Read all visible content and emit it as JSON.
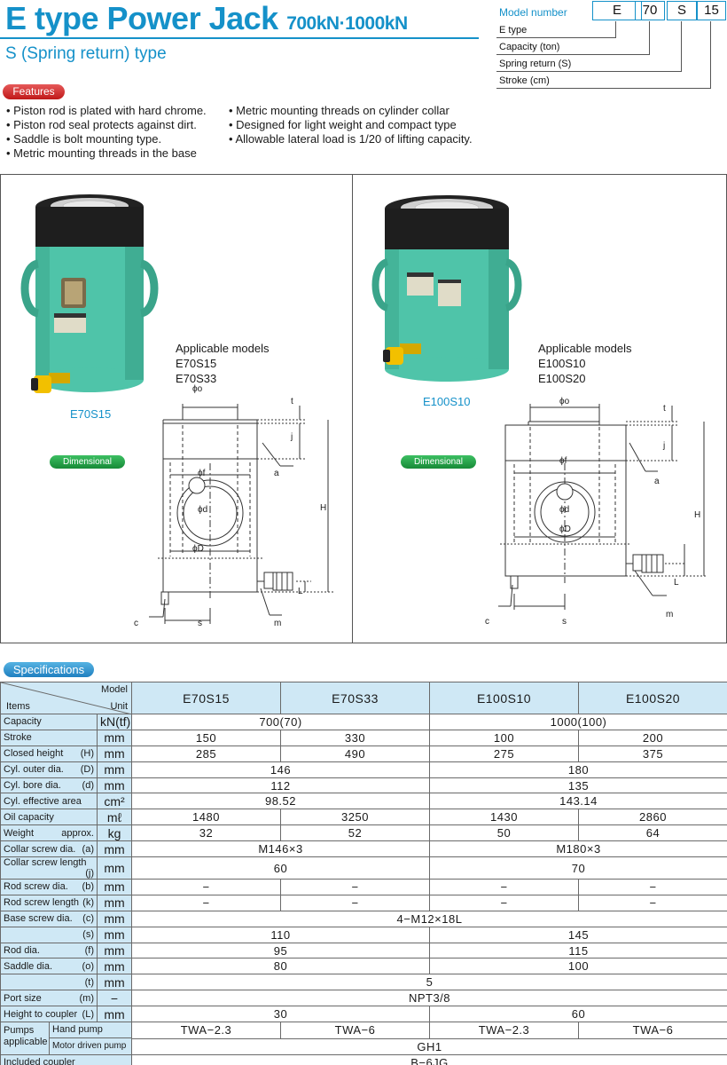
{
  "header": {
    "title": "E type Power Jack",
    "capacity_range": "700kN·1000kN",
    "subtitle": "S (Spring return) type"
  },
  "model_number": {
    "label": "Model number",
    "codes": [
      "E",
      "70",
      "S",
      "15"
    ],
    "legend": [
      "E type",
      "Capacity (ton)",
      "Spring return (S)",
      "Stroke (cm)"
    ]
  },
  "features": {
    "label": "Features",
    "left": [
      "Piston rod is plated with hard chrome.",
      "Piston rod seal protects against dirt.",
      "Saddle is bolt mounting type.",
      "Metric mounting threads in the base"
    ],
    "right": [
      "Metric mounting threads on cylinder collar",
      "Designed for light weight and compact type",
      "Allowable lateral load is 1/20 of lifting capacity."
    ]
  },
  "panels": [
    {
      "product": "E70S15",
      "applicable_title": "Applicable models",
      "models": [
        "E70S15",
        "E70S33"
      ],
      "drawing_label": "Dimensional drawing"
    },
    {
      "product": "E100S10",
      "applicable_title": "Applicable models",
      "models": [
        "E100S10",
        "E100S20"
      ],
      "drawing_label": "Dimensional drawing"
    }
  ],
  "dim_labels": {
    "o": "ϕo",
    "f": "ϕf",
    "d": "ϕd",
    "D": "ϕD",
    "t": "t",
    "j": "j",
    "H": "H",
    "L": "L",
    "a": "a",
    "c": "c",
    "s": "s",
    "m": "m"
  },
  "specifications": {
    "label": "Specifications",
    "header": {
      "model": "Model",
      "items": "Items",
      "unit": "Unit",
      "models": [
        "E70S15",
        "E70S33",
        "E100S10",
        "E100S20"
      ]
    },
    "rows": [
      {
        "item": "Capacity",
        "sub": "",
        "unit": "kN(tf)",
        "values": [
          "700(70)",
          "1000(100)"
        ],
        "spans": [
          2,
          2
        ]
      },
      {
        "item": "Stroke",
        "sub": "",
        "unit": "mm",
        "values": [
          "150",
          "330",
          "100",
          "200"
        ],
        "spans": [
          1,
          1,
          1,
          1
        ]
      },
      {
        "item": "Closed height",
        "sub": "(H)",
        "unit": "mm",
        "values": [
          "285",
          "490",
          "275",
          "375"
        ],
        "spans": [
          1,
          1,
          1,
          1
        ]
      },
      {
        "item": "Cyl. outer dia.",
        "sub": "(D)",
        "unit": "mm",
        "values": [
          "146",
          "180"
        ],
        "spans": [
          2,
          2
        ]
      },
      {
        "item": "Cyl. bore dia.",
        "sub": "(d)",
        "unit": "mm",
        "values": [
          "112",
          "135"
        ],
        "spans": [
          2,
          2
        ]
      },
      {
        "item": "Cyl. effective area",
        "sub": "",
        "unit": "cm²",
        "values": [
          "98.52",
          "143.14"
        ],
        "spans": [
          2,
          2
        ]
      },
      {
        "item": "Oil capacity",
        "sub": "",
        "unit": "mℓ",
        "values": [
          "1480",
          "3250",
          "1430",
          "2860"
        ],
        "spans": [
          1,
          1,
          1,
          1
        ]
      },
      {
        "item": "Weight",
        "sub": "approx.",
        "unit": "kg",
        "values": [
          "32",
          "52",
          "50",
          "64"
        ],
        "spans": [
          1,
          1,
          1,
          1
        ]
      },
      {
        "item": "Collar screw dia.",
        "sub": "(a)",
        "unit": "mm",
        "values": [
          "M146×3",
          "M180×3"
        ],
        "spans": [
          2,
          2
        ]
      },
      {
        "item": "Collar screw length",
        "sub": "(j)",
        "unit": "mm",
        "values": [
          "60",
          "70"
        ],
        "spans": [
          2,
          2
        ]
      },
      {
        "item": "Rod screw dia.",
        "sub": "(b)",
        "unit": "mm",
        "values": [
          "−",
          "−",
          "−",
          "−"
        ],
        "spans": [
          1,
          1,
          1,
          1
        ]
      },
      {
        "item": "Rod screw length",
        "sub": "(k)",
        "unit": "mm",
        "values": [
          "−",
          "−",
          "−",
          "−"
        ],
        "spans": [
          1,
          1,
          1,
          1
        ]
      },
      {
        "item": "Base screw dia.",
        "sub": "(c)",
        "unit": "mm",
        "values": [
          "4−M12×18L"
        ],
        "spans": [
          4
        ]
      },
      {
        "item": "",
        "sub": "(s)",
        "unit": "mm",
        "values": [
          "110",
          "145"
        ],
        "spans": [
          2,
          2
        ]
      },
      {
        "item": "Rod dia.",
        "sub": "(f)",
        "unit": "mm",
        "values": [
          "95",
          "115"
        ],
        "spans": [
          2,
          2
        ]
      },
      {
        "item": "Saddle dia.",
        "sub": "(o)",
        "unit": "mm",
        "values": [
          "80",
          "100"
        ],
        "spans": [
          2,
          2
        ]
      },
      {
        "item": "",
        "sub": "(t)",
        "unit": "mm",
        "values": [
          "5"
        ],
        "spans": [
          4
        ]
      },
      {
        "item": "Port size",
        "sub": "(m)",
        "unit": "−",
        "values": [
          "NPT3/8"
        ],
        "spans": [
          4
        ]
      },
      {
        "item": "Height to coupler",
        "sub": "(L)",
        "unit": "mm",
        "values": [
          "30",
          "60"
        ],
        "spans": [
          2,
          2
        ]
      }
    ],
    "pumps": {
      "item": "Pumps applicable",
      "hand_label": "Hand pump",
      "hand_values": [
        "TWA−2.3",
        "TWA−6",
        "TWA−2.3",
        "TWA−6"
      ],
      "motor_label": "Motor driven pump",
      "motor_value": "GH1"
    },
    "coupler": {
      "item": "Included coupler",
      "value": "B−6JG"
    }
  },
  "colors": {
    "brand_blue": "#1591c9",
    "jack_green": "#4fc4a9",
    "table_header": "#cfe8f5",
    "features_red": "#d32626"
  }
}
